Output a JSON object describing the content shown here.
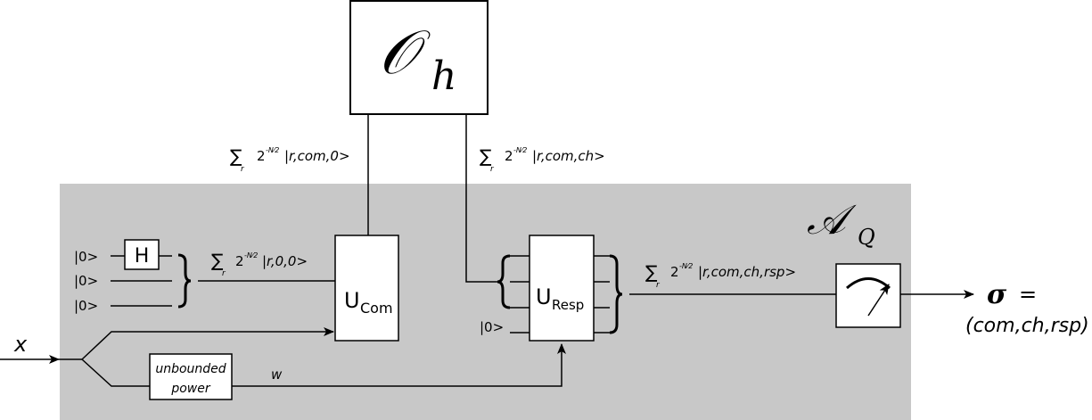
{
  "colors": {
    "panel": "#c8c8c8",
    "box_fill": "#ffffff",
    "stroke": "#000000"
  },
  "oracle": {
    "symbol": "𝒪",
    "subscript": "h"
  },
  "adversary": {
    "symbol": "𝒜",
    "subscript": "Q"
  },
  "inputs": {
    "ket0_1": "|0>",
    "ket0_2": "|0>",
    "ket0_3": "|0>",
    "ket0_resp": "|0>",
    "hadamard": "H",
    "x": "x"
  },
  "gates": {
    "ucom_main": "U",
    "ucom_sub": "Com",
    "uresp_main": "U",
    "uresp_sub": "Resp"
  },
  "states": {
    "sum_symbol": "∑",
    "sum_index": "r",
    "base": "2",
    "exponent": "-N⁄2",
    "state_top_left": "|r,com,0>",
    "state_top_right": "|r,com,ch>",
    "state_after_h": "|r,0,0>",
    "state_final": "|r,com,ch,rsp>"
  },
  "power": {
    "line1": "unbounded",
    "line2": "power",
    "wire_label": "w"
  },
  "output": {
    "sigma": "σ",
    "equals": "=",
    "tuple": "(com,ch,rsp)"
  },
  "icons": {
    "measurement": "measurement-meter-icon"
  }
}
